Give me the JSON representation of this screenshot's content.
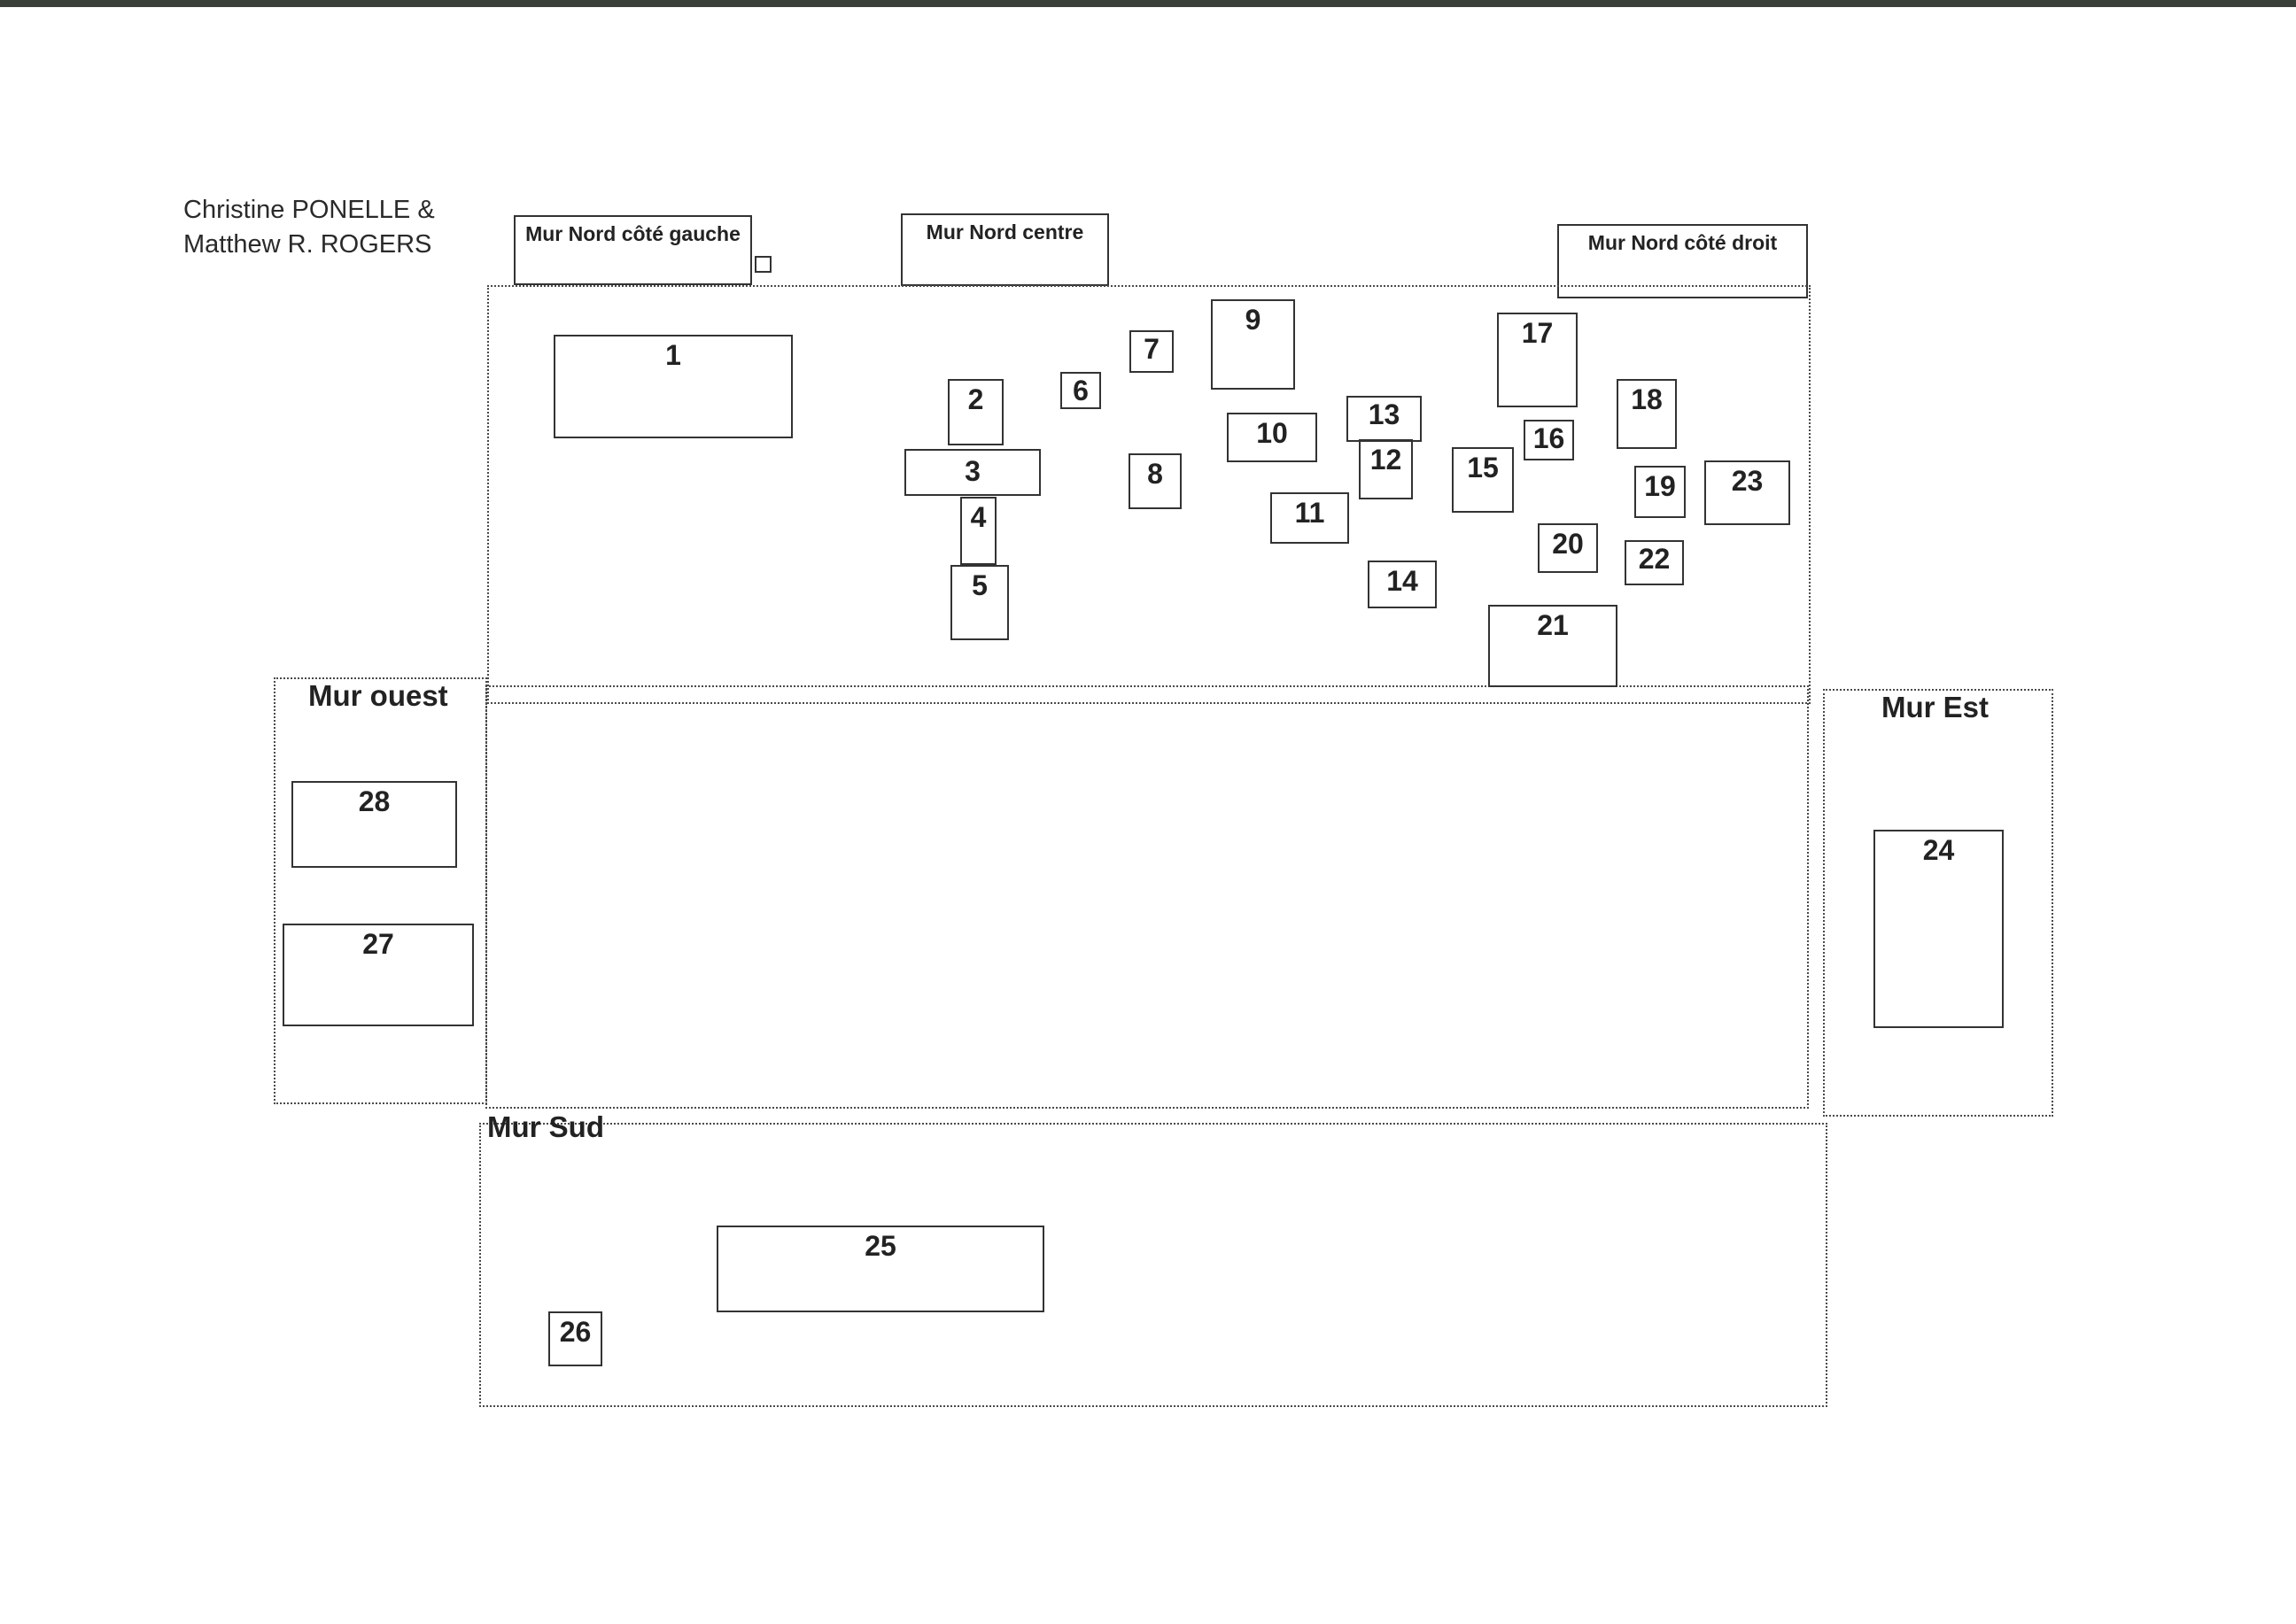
{
  "authors": {
    "line1": "Christine PONELLE  &",
    "line2": "Matthew R. ROGERS"
  },
  "walls": {
    "nord_gauche": "Mur Nord côté gauche",
    "nord_centre": "Mur Nord centre",
    "nord_droit": "Mur Nord côté droit",
    "ouest": "Mur ouest",
    "est": "Mur Est",
    "sud": "Mur Sud"
  },
  "items": [
    "1",
    "2",
    "3",
    "4",
    "5",
    "6",
    "7",
    "8",
    "9",
    "10",
    "11",
    "12",
    "13",
    "14",
    "15",
    "16",
    "17",
    "18",
    "19",
    "20",
    "21",
    "22",
    "23",
    "24",
    "25",
    "26",
    "27",
    "28"
  ]
}
